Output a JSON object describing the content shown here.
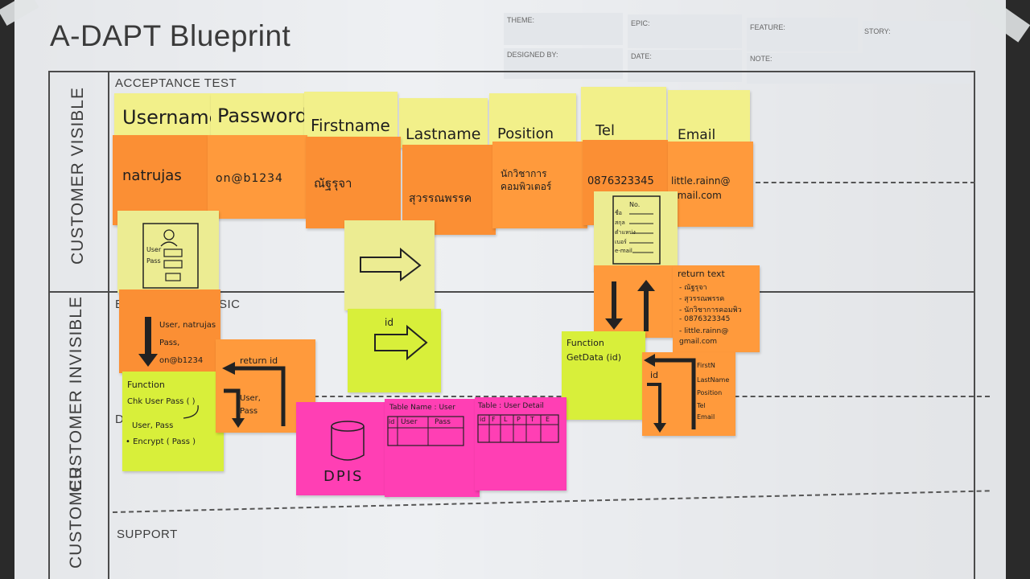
{
  "board": {
    "title": "A-DAPT Blueprint",
    "meta_labels": {
      "theme": "THEME:",
      "epic": "EPIC:",
      "feature": "FEATURE:",
      "story": "STORY:",
      "designed_by": "DESIGNED BY:",
      "date": "DATE:",
      "note": "NOTE:"
    },
    "lane_labels": {
      "visible": "CUSTOMER VISIBLE",
      "invisible": "CUSTOMER  INVISIBLE",
      "visible_bottom": "CUSTOMER"
    },
    "sections": {
      "acceptance_test": "ACCEPTANCE TEST",
      "business_logic_fragment": "B",
      "business_logic_fragment_end": "SIC",
      "data_fragment": "D",
      "support": "SUPPORT"
    }
  },
  "fields": [
    {
      "label": "Username",
      "value": "natrujas"
    },
    {
      "label": "Password",
      "value": "on@b1234"
    },
    {
      "label": "Firstname",
      "value": "ณัฐรุจา"
    },
    {
      "label": "Lastname",
      "value": "สุวรรณพรรค"
    },
    {
      "label": "Position",
      "value": "นักวิชาการ คอมพิวเตอร์"
    },
    {
      "label": "Tel",
      "value": "0876323345"
    },
    {
      "label": "Email",
      "value": "little.rainn@ gmail.com"
    }
  ],
  "login_form": {
    "user_label": "User",
    "pass_label": "Pass"
  },
  "profile_form": {
    "header": "No.",
    "rows": [
      "ชื่อ",
      "สกุล",
      "ตำแหน่ง",
      "เบอร์",
      "e-mail"
    ]
  },
  "logic": {
    "login_input": "User, natrujas Pass, on@b1234",
    "return_id": "return id",
    "user_pass": "User, Pass",
    "function_chk": {
      "title": "Function",
      "name": "Chk User Pass ( )",
      "args": "User, Pass",
      "step": "• Encrypt ( Pass )"
    },
    "id_arrow_label": "id",
    "return_text": {
      "title": "return text",
      "items": [
        "- ณัฐรุจา",
        "- สุวรรณพรรค",
        "- นักวิชาการคอมพิว",
        "- 0876323345",
        "- little.rainn@ gmail.com"
      ]
    },
    "function_get": {
      "title": "Function",
      "name": "GetData (id)"
    },
    "id_label": "id",
    "return_fields": [
      "FirstN",
      "LastName",
      "Position",
      "Tel",
      "Email"
    ]
  },
  "data": {
    "db_label": "DPIS",
    "user_table": {
      "title": "Table Name : User",
      "columns": [
        "id",
        "User",
        "Pass"
      ]
    },
    "detail_table": {
      "title": "Table : User Detail",
      "columns": [
        "id",
        "F",
        "L",
        "P",
        "T",
        "E"
      ]
    }
  },
  "colors": {
    "paper": "#eef0f3",
    "yellow": "#f2f08a",
    "orange": "#ff9a3c",
    "lime": "#d8ef3a",
    "pink": "#ff3fb4",
    "ink": "#1e1e1e"
  }
}
